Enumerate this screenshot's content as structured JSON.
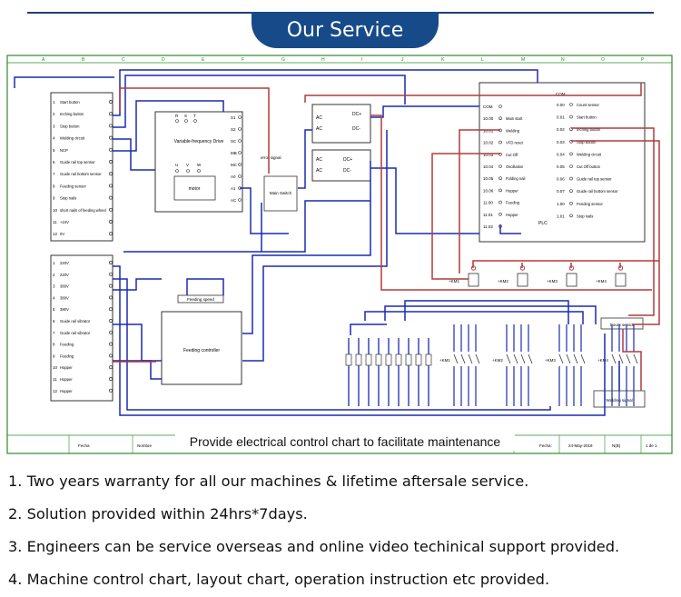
{
  "banner": {
    "title": "Our Service"
  },
  "diagram": {
    "caption": "Provide electrical control chart to facilitate maintenance",
    "grid_labels": [
      "A",
      "B",
      "C",
      "D",
      "E",
      "F",
      "G",
      "H",
      "I",
      "J",
      "K",
      "L",
      "M",
      "N",
      "O",
      "P"
    ],
    "left_inputs": [
      "Start button",
      "Inching button",
      "Stop button",
      "Welding circuit",
      "NCP",
      "Guide rail top sensor",
      "Guide rail bottom sensor",
      "Feeding sensor",
      "Stop nails",
      "short nails of feeding wheel",
      "+24V",
      "0V"
    ],
    "left_outputs": [
      "220V",
      "220V",
      "380V",
      "380V",
      "380V",
      "Guide rail vibrator",
      "Guide rail vibrator",
      "Feeding",
      "Feeding",
      "Hopper",
      "Hopper",
      "Hopper"
    ],
    "vfd": {
      "title": "Variable-frequency Drive",
      "motor": "motor",
      "signal": "error signal",
      "switch": "Main Switch",
      "terminals_top": [
        "R",
        "S",
        "T"
      ],
      "terminals_right": [
        "S1",
        "S2",
        "SC",
        "MB",
        "MC",
        "A0",
        "A1",
        "AC"
      ],
      "terminals_bottom": [
        "U",
        "V",
        "W"
      ]
    },
    "power": {
      "ac": "AC",
      "dc_plus": "DC+",
      "dc_minus": "DC-"
    },
    "plc": {
      "label": "PLC",
      "com": "COM",
      "inputs": [
        "COM",
        "10.00",
        "10.01",
        "10.02",
        "10.03",
        "10.04",
        "10.05",
        "10.06",
        "11.00",
        "11.01",
        "11.02"
      ],
      "input_labels": [
        "",
        "Main start",
        "Welding",
        "VFD reset",
        "Cut Off",
        "Oscillation",
        "Folding nail",
        "Hopper",
        "Feeding",
        "Hopper",
        ""
      ],
      "outputs": [
        "0.00",
        "0.01",
        "0.02",
        "0.03",
        "0.04",
        "0.05",
        "0.06",
        "0.07",
        "1.00",
        "1.01"
      ],
      "output_labels": [
        "Count sensor",
        "Start button",
        "Inching button",
        "Stop button",
        "Welding circuit",
        "Cut Off button",
        "Guide rail top sensor",
        "Guide rail bottom sensor",
        "Feeding sensor",
        "Stop nails"
      ]
    },
    "relays": [
      "KM1",
      "KM2",
      "KM3",
      "KM4"
    ],
    "feeding": {
      "speed": "Feeding speed",
      "controller": "Feeding controller"
    },
    "count_sensor": "Count sensor",
    "welding_signal": "Welding signal",
    "title_block": [
      "Fecha",
      "Nombre",
      "Fecha:",
      "24-May-2018",
      "N(B)",
      "1 de 1"
    ]
  },
  "services": [
    "1. Two years warranty for all our machines & lifetime aftersale service.",
    "2. Solution provided within 24hrs*7days.",
    "3. Engineers can be service overseas and online video techinical support provided.",
    "4. Machine control chart, layout chart, operation instruction etc provided."
  ],
  "colors": {
    "banner": "#174a88",
    "blue_wire": "#1a2bb0",
    "red_wire": "#b33a3a",
    "frame": "#2e8a2e"
  }
}
